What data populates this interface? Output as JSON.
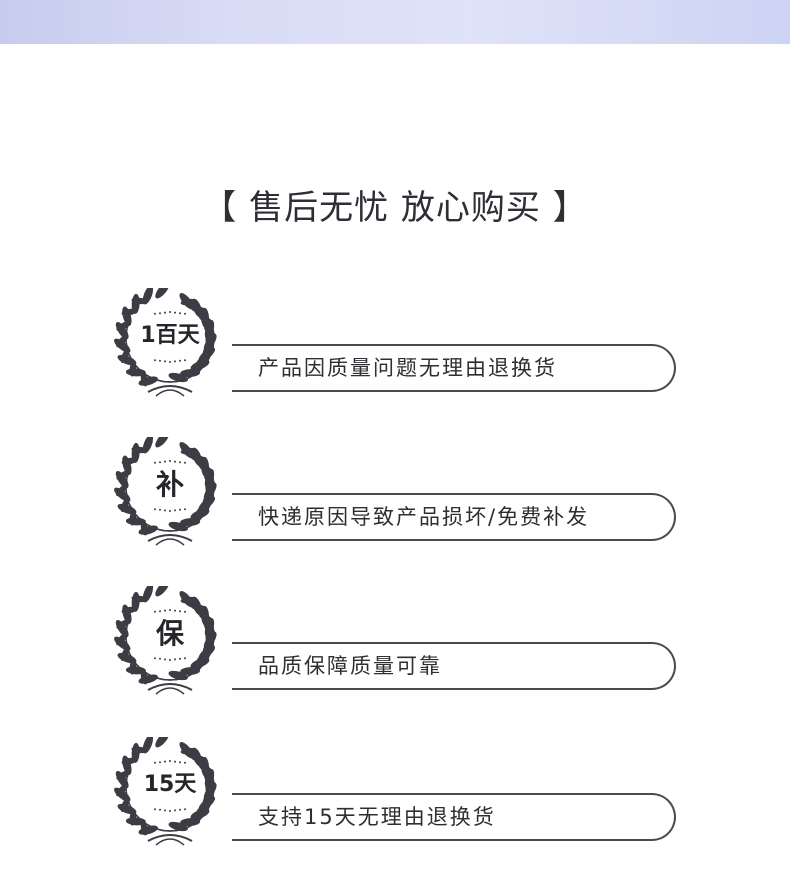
{
  "headline": "【 售后无忧 放心购买 】",
  "items": [
    {
      "badge": "1百天",
      "text": "产品因质量问题无理由退换货"
    },
    {
      "badge": "补",
      "text": "快递原因导致产品损坏/免费补发"
    },
    {
      "badge": "保",
      "text": "品质保障质量可靠"
    },
    {
      "badge": "15天",
      "text": "支持15天无理由退换货"
    }
  ],
  "colors": {
    "accent": "#4a4a52",
    "text": "#2f2f33",
    "band": "#d9dcf5"
  },
  "icons": [
    "laurel-wreath-icon"
  ]
}
